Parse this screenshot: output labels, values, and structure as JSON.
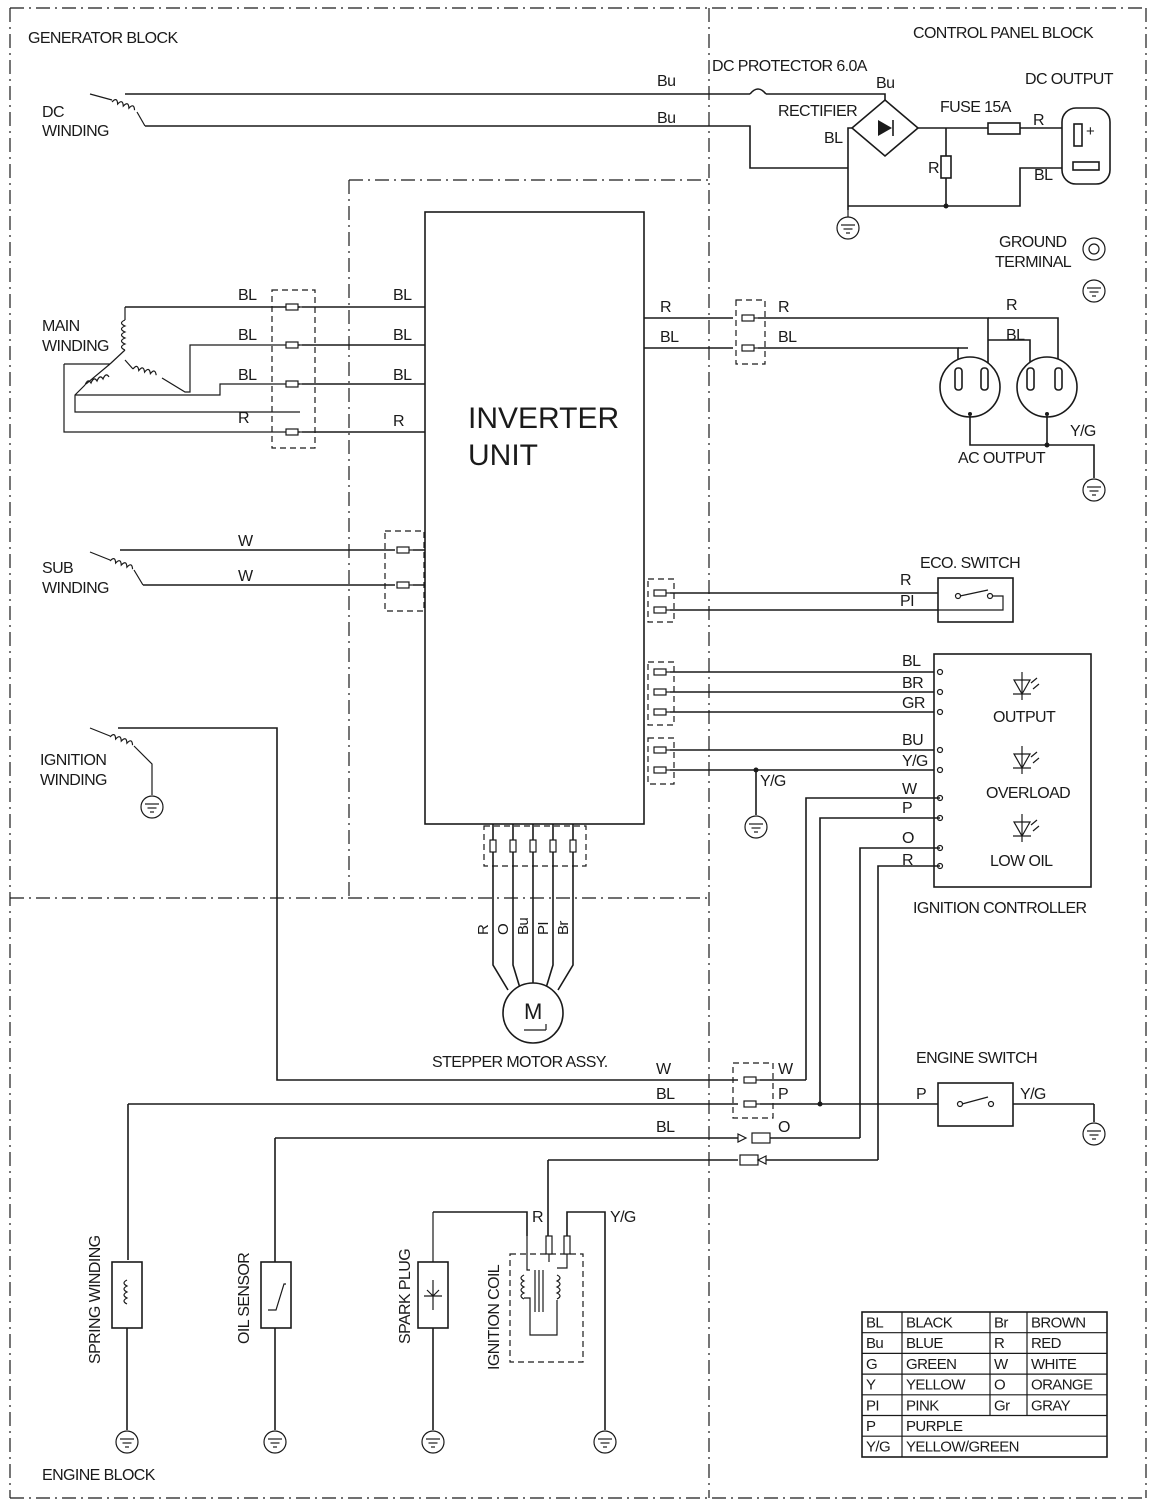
{
  "blocks": {
    "generator": "GENERATOR BLOCK",
    "control_panel": "CONTROL PANEL BLOCK",
    "engine": "ENGINE BLOCK"
  },
  "dc": {
    "protector": "DC PROTECTOR 6.0A",
    "rectifier": "RECTIFIER",
    "fuse": "FUSE 15A",
    "output": "DC OUTPUT",
    "winding_line1": "DC",
    "winding_line2": "WINDING",
    "resistor": "R"
  },
  "ground_terminal": {
    "line1": "GROUND",
    "line2": "TERMINAL"
  },
  "main_winding": {
    "line1": "MAIN",
    "line2": "WINDING"
  },
  "sub_winding": {
    "line1": "SUB",
    "line2": "WINDING"
  },
  "ignition_winding": {
    "line1": "IGNITION",
    "line2": "WINDING"
  },
  "inverter": {
    "line1": "INVERTER",
    "line2": "UNIT"
  },
  "ac_output": "AC  OUTPUT",
  "eco_switch": "ECO. SWITCH",
  "ignition_controller": {
    "title": "IGNITION CONTROLLER",
    "leds": [
      "OUTPUT",
      "OVERLOAD",
      "LOW OIL"
    ]
  },
  "stepper_motor": {
    "label": "STEPPER MOTOR ASSY.",
    "symbol": "M"
  },
  "engine_switch": "ENGINE SWITCH",
  "engine_parts": {
    "spring_winding": "SPRING WINDING",
    "oil_sensor": "OIL SENSOR",
    "spark_plug": "SPARK PLUG",
    "ignition_coil": "IGNITION COIL"
  },
  "wires": {
    "bu": "Bu",
    "bl": "BL",
    "r": "R",
    "w": "W",
    "pi": "PI",
    "br": "BR",
    "gr": "GR",
    "bu_caps": "BU",
    "yg": "Y/G",
    "p": "P",
    "o": "O",
    "motor": [
      "R",
      "O",
      "Bu",
      "PI",
      "Br"
    ]
  },
  "legend": {
    "rows": [
      [
        "BL",
        "BLACK",
        "Br",
        "BROWN"
      ],
      [
        "Bu",
        "BLUE",
        "R",
        "RED"
      ],
      [
        "G",
        "GREEN",
        "W",
        "WHITE"
      ],
      [
        "Y",
        "YELLOW",
        "O",
        "ORANGE"
      ],
      [
        "PI",
        "PINK",
        "Gr",
        "GRAY"
      ],
      [
        "P",
        "PURPLE",
        "",
        ""
      ],
      [
        "Y/G",
        "YELLOW/GREEN",
        "",
        ""
      ]
    ]
  }
}
